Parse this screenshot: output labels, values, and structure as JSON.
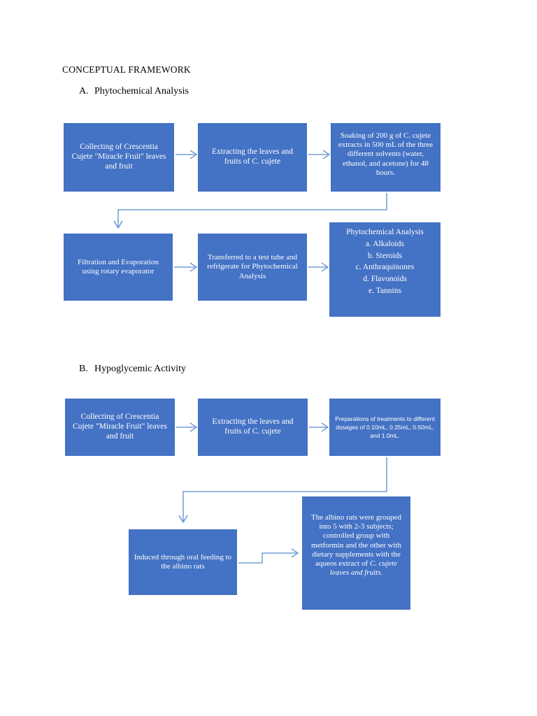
{
  "document": {
    "title": "CONCEPTUAL FRAMEWORK"
  },
  "sections": [
    {
      "letter": "A.",
      "label": "Phytochemical Analysis",
      "boxes": {
        "collecting": "Collecting of Crescentia Cujete \"Miracle Fruit\" leaves and fruit",
        "extracting": "Extracting the leaves and fruits of C. cujete",
        "soaking": "Soaking of 200 g of C. cujete extracts in 500 mL of the three different solvents (water, ethanol, and acetone) for 48 hours.",
        "filtration": "Filtration and Evaporation using rotary evaporator",
        "transferred": "Transferred to a test tube and refrigerate for Phytochemical Analysis",
        "analysis_title": "Phytochemical Analysis",
        "analysis_items": [
          "a. Alkaloids",
          "b. Steroids",
          "c. Anthraquinones",
          "d. Flavonoids",
          "e. Tannins"
        ]
      }
    },
    {
      "letter": "B.",
      "label": "Hypoglycemic Activity",
      "boxes": {
        "collecting": "Collecting of Crescentia Cujete \"Miracle Fruit\" leaves and fruit",
        "extracting": "Extracting the leaves and fruits of C. cujete",
        "preparations": "Preparations of treatments to different dosages of 0.10mL, 0.25mL, 0.50mL, and 1.0mL.",
        "induced": "Induced through oral feeding to the albino rats",
        "albino_rats_plain": "The albino rats were grouped into 5 with 2-3 subjects; controlled group with metformin and the other with dietary supplements with the aqueos extract of ",
        "albino_rats_italic": "C. cujete leaves and fruits."
      }
    }
  ],
  "colors": {
    "box_fill": "#4472C4",
    "box_text": "#FFFFFF",
    "connector": "#5B8BD0",
    "page_background": "#FFFFFF",
    "heading_text": "#000000"
  },
  "icons": {
    "arrow": "arrow-right-icon",
    "elbow": "elbow-connector-icon"
  }
}
